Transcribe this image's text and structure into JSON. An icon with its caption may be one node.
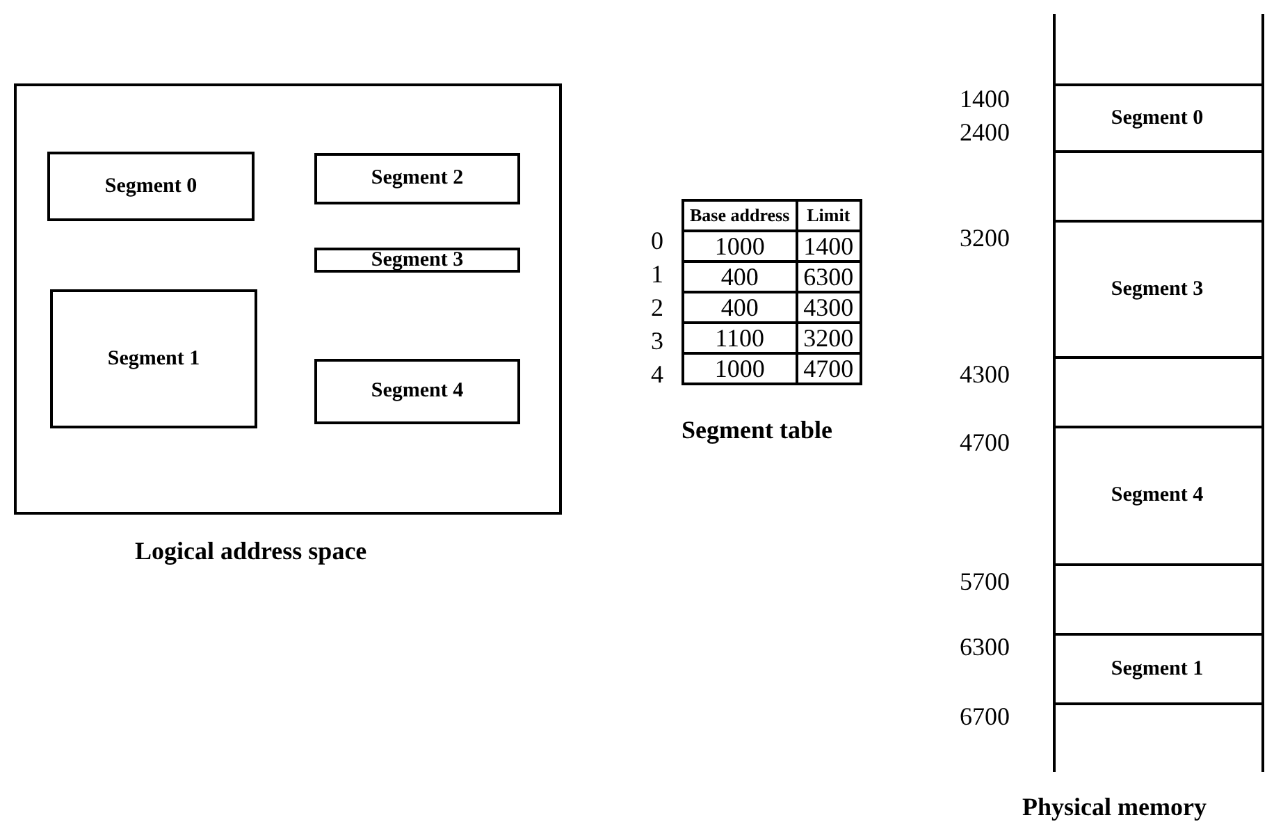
{
  "diagram": {
    "nodes": [
      {
        "text": [
          "Logical address space"
        ]
      },
      {
        "text": [
          "Segment 0"
        ],
        "in": 0
      },
      {
        "text": [
          "Segment 2"
        ],
        "in": 0
      },
      {
        "text": [
          "Segment 3"
        ],
        "in": 0
      },
      {
        "text": [
          "Segment 1"
        ],
        "in": 0
      },
      {
        "text": [
          "Segment 4"
        ],
        "in": 0
      },
      {
        "text": [
          "Physical memory"
        ]
      },
      {
        "text": [
          "Segment 0"
        ],
        "in": 6
      },
      {
        "text": [],
        "shape": "box",
        "in": 6
      },
      {
        "text": [
          "Segment 3"
        ],
        "in": 6
      },
      {
        "text": [],
        "shape": "box",
        "in": 6
      },
      {
        "text": [
          "Segment 4"
        ],
        "in": 6
      },
      {
        "text": [],
        "shape": "box",
        "in": 6
      },
      {
        "text": [
          "Segment 1"
        ],
        "in": 6
      }
    ],
    "edges": [],
    "labels": [
      "Base address",
      "Limit",
      "0",
      "1000",
      "1400",
      "1",
      "400",
      "6300",
      "2",
      "400",
      "4300",
      "3",
      "1100",
      "3200",
      "4",
      "1000",
      "4700",
      "Segment table",
      "1400",
      "2400",
      "3200",
      "4300",
      "4700",
      "5700",
      "6300",
      "6700"
    ]
  }
}
